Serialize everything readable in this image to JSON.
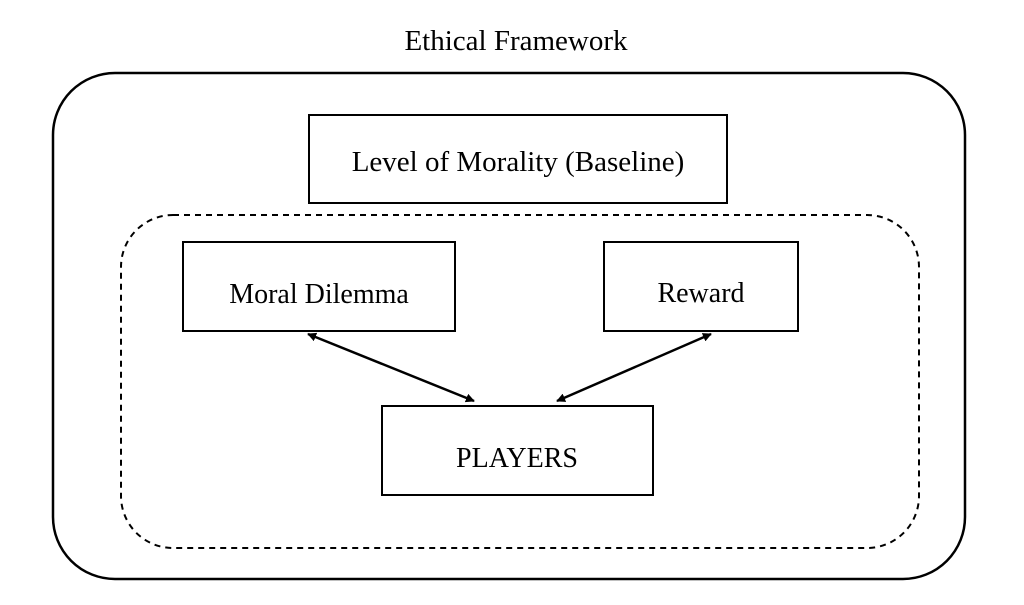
{
  "diagram": {
    "title": "Ethical Framework",
    "baseline_box": "Level of Morality (Baseline)",
    "left_box": "Moral Dilemma",
    "right_box": "Reward",
    "center_box": "PLAYERS",
    "edges": [
      {
        "from": "Moral Dilemma",
        "to": "PLAYERS",
        "direction": "bidirectional"
      },
      {
        "from": "Reward",
        "to": "PLAYERS",
        "direction": "bidirectional"
      }
    ]
  }
}
